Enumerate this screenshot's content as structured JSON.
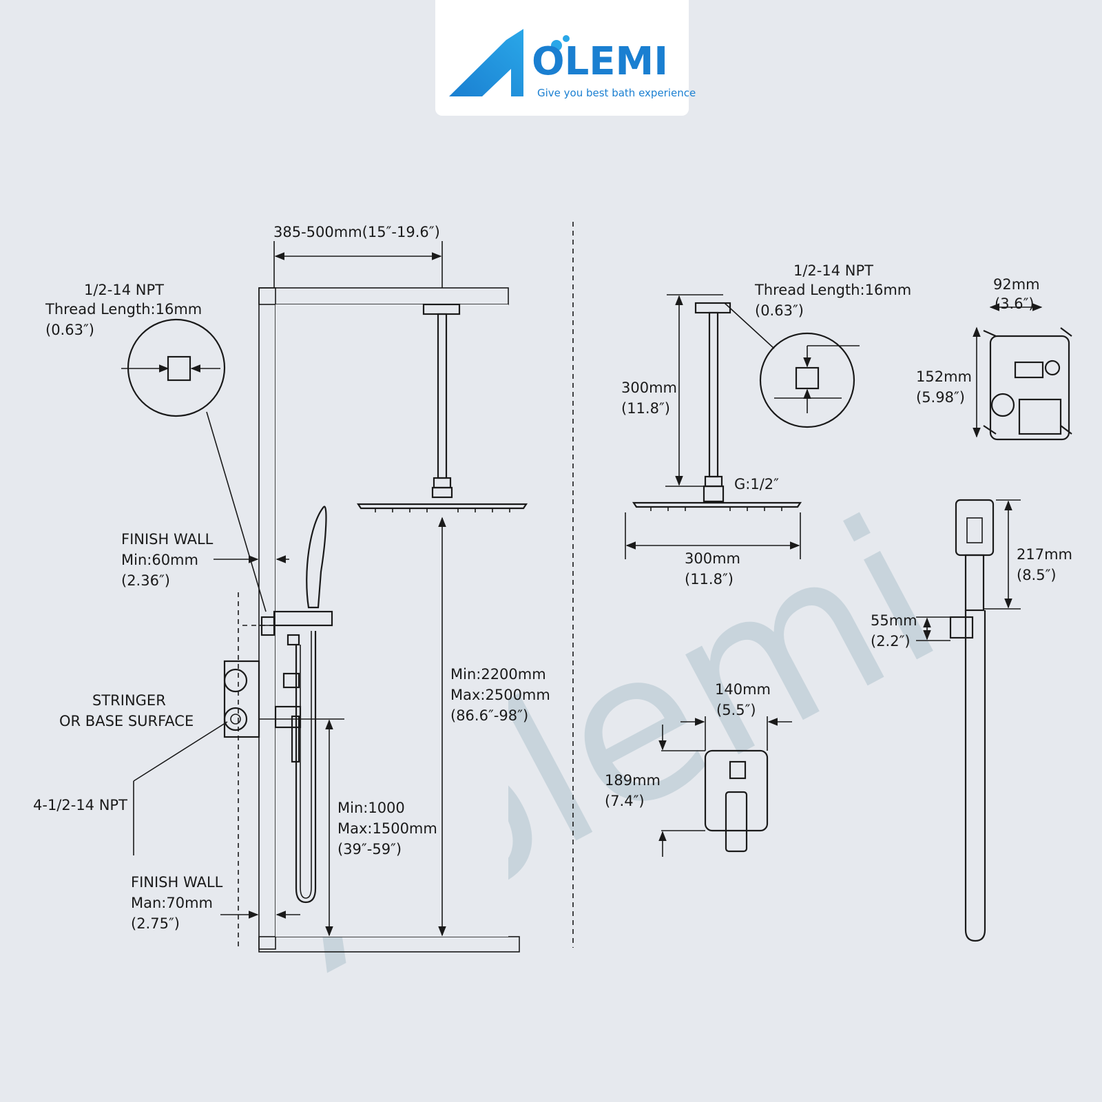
{
  "brand": {
    "name": "OLEMI",
    "tagline": "Give you best bath experience",
    "watermark": "Aolemi",
    "blue": "#1a7fd1",
    "light_blue": "#2aa7e8"
  },
  "left": {
    "top_width": "385-500mm(15″-19.6″)",
    "npt": [
      "1/2-14 NPT",
      "Thread Length:16mm",
      "(0.63″)"
    ],
    "finish_wall_top": [
      "FINISH WALL",
      "Min:60mm",
      "(2.36″)"
    ],
    "stringer": [
      "STRINGER",
      "OR BASE SURFACE"
    ],
    "npt4": "4-1/2-14 NPT",
    "finish_wall_bottom": [
      "FINISH WALL",
      "Man:70mm",
      "(2.75″)"
    ],
    "height_total": [
      "Min:2200mm",
      "Max:2500mm",
      "(86.6″-98″)"
    ],
    "height_valve": [
      "Min:1000",
      "Max:1500mm",
      "(39″-59″)"
    ]
  },
  "right": {
    "npt": [
      "1/2-14 NPT",
      "Thread Length:16mm",
      "(0.63″)"
    ],
    "arm_length": [
      "300mm",
      "(11.8″)"
    ],
    "connector": "G:1/2″",
    "head_width": [
      "300mm",
      "(11.8″)"
    ],
    "valve_width": [
      "92mm",
      "(3.6″)"
    ],
    "valve_height": [
      "152mm",
      "(5.98″)"
    ],
    "handheld_length": [
      "217mm",
      "(8.5″)"
    ],
    "holder_height": [
      "55mm",
      "(2.2″)"
    ],
    "plate_width": [
      "140mm",
      "(5.5″)"
    ],
    "plate_height": [
      "189mm",
      "(7.4″)"
    ]
  }
}
